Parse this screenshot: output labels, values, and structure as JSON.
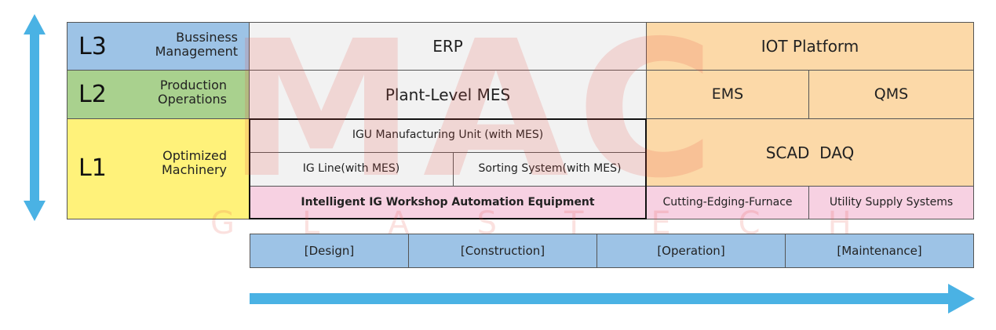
{
  "levels": [
    {
      "code": "L3",
      "name": "Bussiness Management",
      "color": "#9dc3e6"
    },
    {
      "code": "L2",
      "name": "Production Operations",
      "color": "#a9d18e"
    },
    {
      "code": "L1",
      "name": "Optimized Machinery",
      "color": "#fff27a"
    }
  ],
  "blocks": {
    "erp": "ERP",
    "iot_platform": "IOT Platform",
    "plant_mes": "Plant-Level MES",
    "ems": "EMS",
    "qms": "QMS",
    "igu_unit": "IGU Manufacturing Unit (with MES)",
    "ig_line": "IG Line(with MES)",
    "sorting_system": "Sorting System(with MES)",
    "scad_daq": "SCAD  DAQ",
    "workshop_equipment": "Intelligent IG Workshop Automation Equipment",
    "cutting_edging": "Cutting-Edging-Furnace",
    "utility_supply": "Utility Supply Systems"
  },
  "lifecycle": [
    "[Design]",
    "[Construction]",
    "[Operation]",
    "[Maintenance]"
  ],
  "watermark": {
    "brand": "MAC",
    "sub": "GLASTECH"
  },
  "colors": {
    "arrow": "#4ab2e4",
    "gray_cell": "#f2f2f2",
    "orange_cell": "#fcd9a8",
    "pink_cell": "#f7d1e2",
    "lifecycle_cell": "#9dc3e6"
  }
}
